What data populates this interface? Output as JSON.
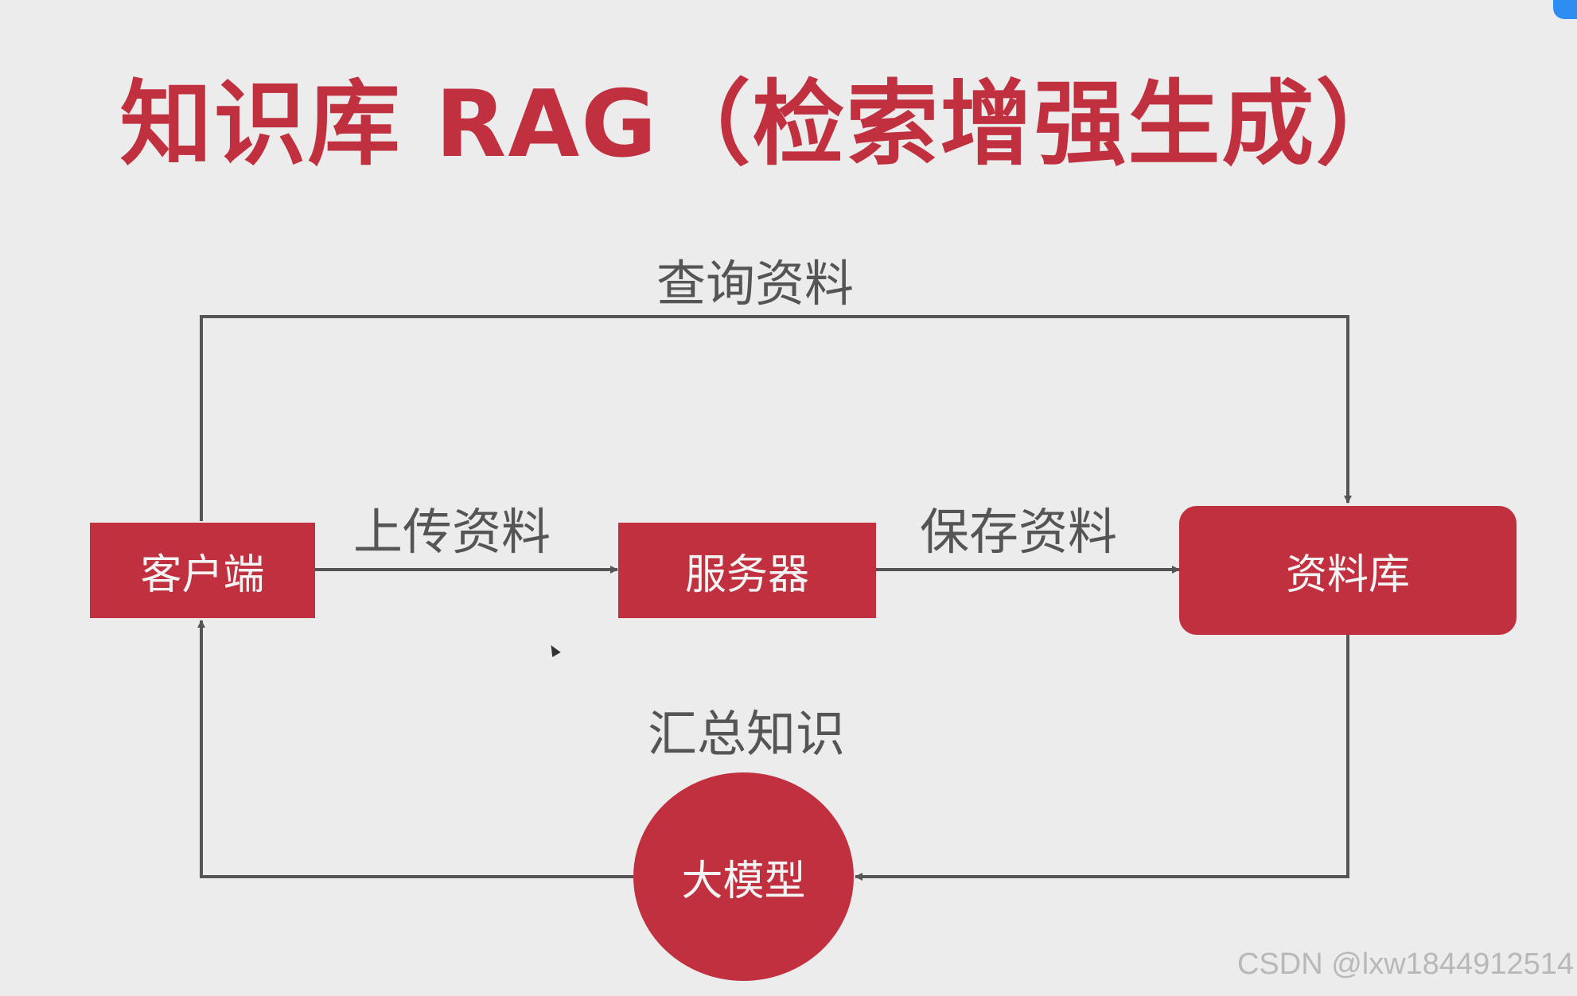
{
  "title": "知识库 RAG（检索增强生成）",
  "nodes": {
    "client": "客户端",
    "server": "服务器",
    "database": "资料库",
    "llm": "大模型"
  },
  "edges": {
    "query": "查询资料",
    "upload": "上传资料",
    "save": "保存资料",
    "summarize": "汇总知识"
  },
  "watermark": "CSDN @lxw1844912514",
  "colors": {
    "accent": "#c0303f",
    "line": "#555555",
    "background": "#ececec"
  }
}
